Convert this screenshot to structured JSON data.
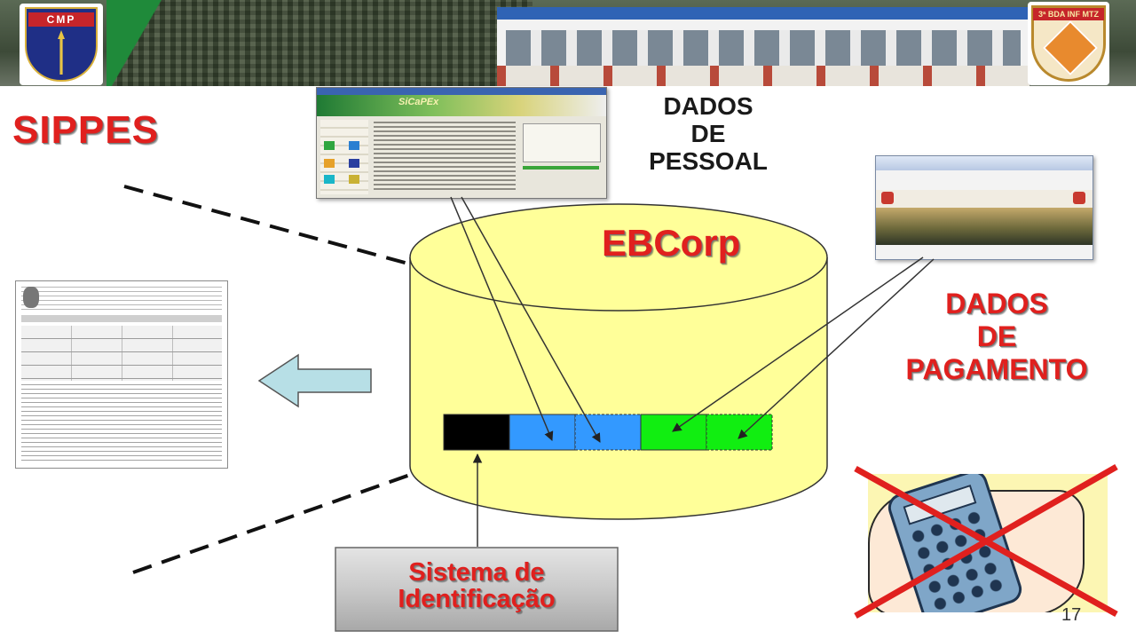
{
  "header": {
    "left_badge_text": "CMP",
    "right_badge_text": "3ª BDA INF MTZ"
  },
  "labels": {
    "sippes": "SIPPES",
    "ebcorp": "EBCorp",
    "dados_pessoal": [
      "DADOS",
      "DE",
      "PESSOAL"
    ],
    "dados_pagamento": [
      "DADOS",
      "DE",
      "PAGAMENTO"
    ],
    "sistema_identificacao": [
      "Sistema de",
      "Identificação"
    ]
  },
  "screenshots": {
    "sicapex_brand": "SiCaPEx"
  },
  "record_segments": [
    {
      "color": "#000000"
    },
    {
      "color": "#3399ff"
    },
    {
      "color": "#3399ff"
    },
    {
      "color": "#11ee11"
    },
    {
      "color": "#11ee11"
    }
  ],
  "colors": {
    "accent_red": "#e0201e",
    "cylinder_fill": "#ffff99",
    "arrow_fill": "#b7dfe6"
  },
  "footer": {
    "page_number": "17"
  }
}
